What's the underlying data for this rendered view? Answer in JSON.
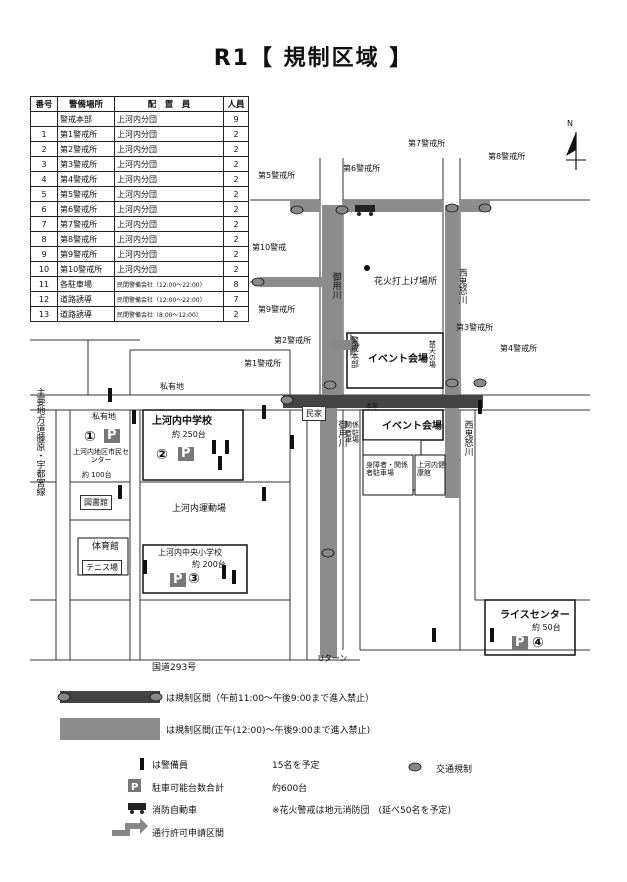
{
  "title": "R1【 規制区域 】",
  "table": {
    "headers": [
      "番号",
      "警備場所",
      "配　置　員",
      "人員"
    ],
    "rows": [
      {
        "no": "",
        "post": "警戒本部",
        "staff": "上河内分団",
        "count": "9"
      },
      {
        "no": "1",
        "post": "第1警戒所",
        "staff": "上河内分団",
        "count": "2"
      },
      {
        "no": "2",
        "post": "第2警戒所",
        "staff": "上河内分団",
        "count": "2"
      },
      {
        "no": "3",
        "post": "第3警戒所",
        "staff": "上河内分団",
        "count": "2"
      },
      {
        "no": "4",
        "post": "第4警戒所",
        "staff": "上河内分団",
        "count": "2"
      },
      {
        "no": "5",
        "post": "第5警戒所",
        "staff": "上河内分団",
        "count": "2"
      },
      {
        "no": "6",
        "post": "第6警戒所",
        "staff": "上河内分団",
        "count": "2"
      },
      {
        "no": "7",
        "post": "第7警戒所",
        "staff": "上河内分団",
        "count": "2"
      },
      {
        "no": "8",
        "post": "第8警戒所",
        "staff": "上河内分団",
        "count": "2"
      },
      {
        "no": "9",
        "post": "第9警戒所",
        "staff": "上河内分団",
        "count": "2"
      },
      {
        "no": "10",
        "post": "第10警戒所",
        "staff": "上河内分団",
        "count": "2"
      },
      {
        "no": "11",
        "post": "各駐車場",
        "staff": "民間警備会社（12:00～22:00）",
        "count": "8"
      },
      {
        "no": "12",
        "post": "道路誘導",
        "staff": "民間警備会社（12:00～22:00）",
        "count": "7"
      },
      {
        "no": "13",
        "post": "道路誘導",
        "staff": "民間警備会社（8:00～12:00）",
        "count": "2"
      }
    ]
  },
  "map": {
    "north": "N",
    "posts": {
      "p1": "第1警戒所",
      "p2": "第2警戒所",
      "p3": "第3警戒所",
      "p4": "第4警戒所",
      "p5": "第5警戒所",
      "p6": "第6警戒所",
      "p7": "第7警戒所",
      "p8": "第8警戒所",
      "p9": "第9警戒所",
      "p10": "第10警戒"
    },
    "fireworks_site": "花火打上げ場所",
    "event_hall_1": "イベント会場",
    "event_hall_2": "イベント会場",
    "hq": "警戒本部",
    "hq_small": "本部",
    "staff_parking": "関係者駐車場",
    "disabled_parking": "身障者・関係者駐車場",
    "clinic": "上河内健康館",
    "minka": "民家",
    "private_land_1": "私有地",
    "private_land_2": "私有地",
    "school": "上河内中学校",
    "school_capacity": "約 250台",
    "citizen_center": "上河内地区市民センター",
    "citizen_center_capacity": "約 100台",
    "library": "図書館",
    "sports_ground": "上河内運動場",
    "gym": "体育館",
    "tennis": "テニス場",
    "elementary": "上河内中央小学校",
    "elementary_capacity": "約 200台",
    "rice_center": "ライスセンター",
    "rice_capacity": "約 50台",
    "route293": "国道293号",
    "main_road": "主要地方道藤原・宇都宮線",
    "river_w": "御用川",
    "river_w2": "御用川",
    "river_e": "西鬼怒川",
    "river_e2": "西鬼怒川",
    "fireworks_no_entry": "禁天の場",
    "turn_note": "Uターン",
    "parking_nums": [
      "①",
      "②",
      "③",
      "④"
    ],
    "parking_mark": "P"
  },
  "legend": {
    "row1": "は規制区間（午前11:00～午後9:00まで進入禁止）",
    "row2": "は規制区間(正午(12:00)～午後9:00まで進入禁止)",
    "guard": "は警備員",
    "guard_count": "15名を予定",
    "traffic": "交通規制",
    "parking": "駐車可能台数合計",
    "parking_total": "約600台",
    "firetruck": "消防自動車",
    "fire_note": "※花火警戒は地元消防団　(延べ50名を予定)",
    "permit": "通行許可申請区間"
  }
}
